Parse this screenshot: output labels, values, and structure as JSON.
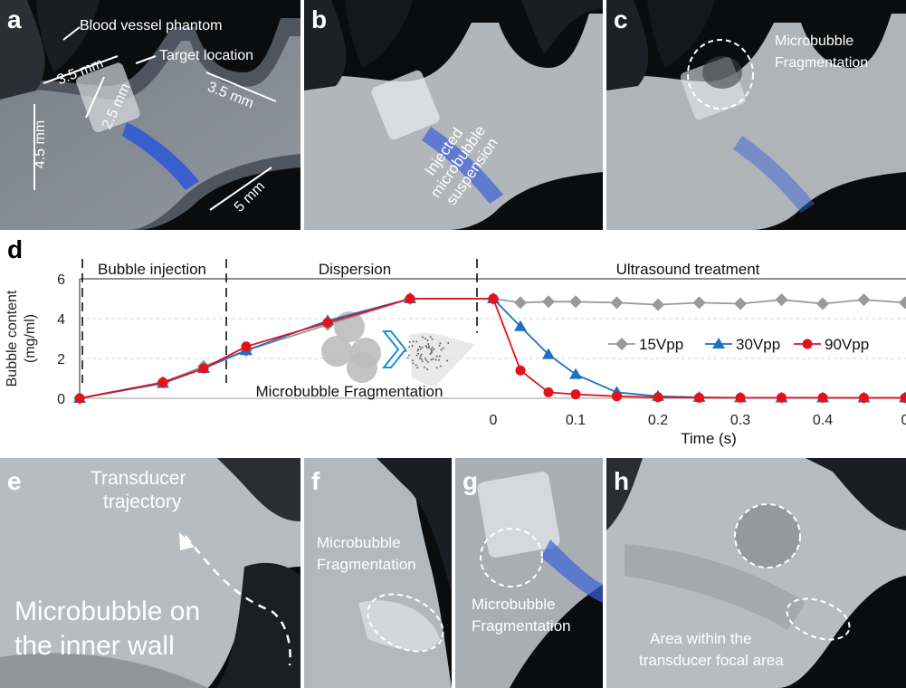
{
  "panels": {
    "a": {
      "label": "a",
      "annotations": {
        "blood_vessel": "Blood vessel phantom",
        "target": "Target location",
        "d1": "3.5 mm",
        "d2": "3.5 mm",
        "d3": "2.5 mm",
        "d4": "4.5 mm",
        "d5": "5 mm"
      }
    },
    "b": {
      "label": "b",
      "annotation": "Injected microbubble suspension",
      "lines": [
        "Injected",
        "microbubble",
        "suspension"
      ]
    },
    "c": {
      "label": "c",
      "lines": [
        "Microbubble",
        "Fragmentation"
      ]
    },
    "e": {
      "label": "e",
      "trajectory": [
        "Transducer",
        "trajectory"
      ],
      "main": [
        "Microbubble on",
        "the inner wall"
      ]
    },
    "f": {
      "label": "f",
      "lines": [
        "Microbubble",
        "Fragmentation"
      ]
    },
    "g": {
      "label": "g",
      "lines": [
        "Microbubble",
        "Fragmentation"
      ]
    },
    "h": {
      "label": "h",
      "lines": [
        "Area within the",
        "transducer focal area"
      ]
    }
  },
  "chart_label": "d",
  "chart_data": {
    "type": "line",
    "ylabel": "Bubble content (mg/ml)",
    "ylabel_lines": [
      "Bubble content",
      "(mg/ml)"
    ],
    "xlabel": "Time (s)",
    "ylim": [
      0,
      6
    ],
    "yticks": [
      "0",
      "2",
      "4",
      "6"
    ],
    "xticks_treatment": [
      "0",
      "0.1",
      "0.2",
      "0.3",
      "0.4",
      "0"
    ],
    "phases": [
      "Bubble injection",
      "Dispersion",
      "Ultrasound treatment"
    ],
    "inset_label": "Microbubble Fragmentation",
    "pre_treatment": {
      "x_index": [
        0,
        1,
        2,
        3,
        4,
        5
      ],
      "y": [
        0,
        0.8,
        1.5,
        2.5,
        3.8,
        5.0
      ]
    },
    "series": [
      {
        "name": "15Vpp",
        "color": "#999999",
        "marker": "diamond",
        "pre_y": [
          0,
          0.8,
          1.6,
          2.4,
          3.7,
          5.0
        ],
        "x": [
          0,
          0.033,
          0.067,
          0.1,
          0.15,
          0.2,
          0.25,
          0.3,
          0.35,
          0.4,
          0.45,
          0.5
        ],
        "y": [
          5.0,
          4.8,
          4.85,
          4.85,
          4.8,
          4.7,
          4.8,
          4.75,
          4.95,
          4.75,
          4.95,
          4.8
        ]
      },
      {
        "name": "30Vpp",
        "color": "#1f6fc6",
        "marker": "triangle",
        "pre_y": [
          0,
          0.75,
          1.5,
          2.4,
          3.9,
          5.0
        ],
        "x": [
          0,
          0.033,
          0.067,
          0.1,
          0.15,
          0.2,
          0.25,
          0.3,
          0.35,
          0.4,
          0.45,
          0.5
        ],
        "y": [
          5.0,
          3.6,
          2.2,
          1.2,
          0.3,
          0.1,
          0.05,
          0.03,
          0.02,
          0.02,
          0.02,
          0.02
        ]
      },
      {
        "name": "90Vpp",
        "color": "#e3121a",
        "marker": "circle",
        "pre_y": [
          0,
          0.8,
          1.5,
          2.6,
          3.8,
          5.0
        ],
        "x": [
          0,
          0.033,
          0.067,
          0.1,
          0.15,
          0.2,
          0.25,
          0.3,
          0.35,
          0.4,
          0.45,
          0.5
        ],
        "y": [
          5.0,
          1.4,
          0.3,
          0.2,
          0.1,
          0.05,
          0.03,
          0.03,
          0.03,
          0.03,
          0.02,
          0.02
        ]
      }
    ],
    "grid": true,
    "legend_position": "right"
  }
}
